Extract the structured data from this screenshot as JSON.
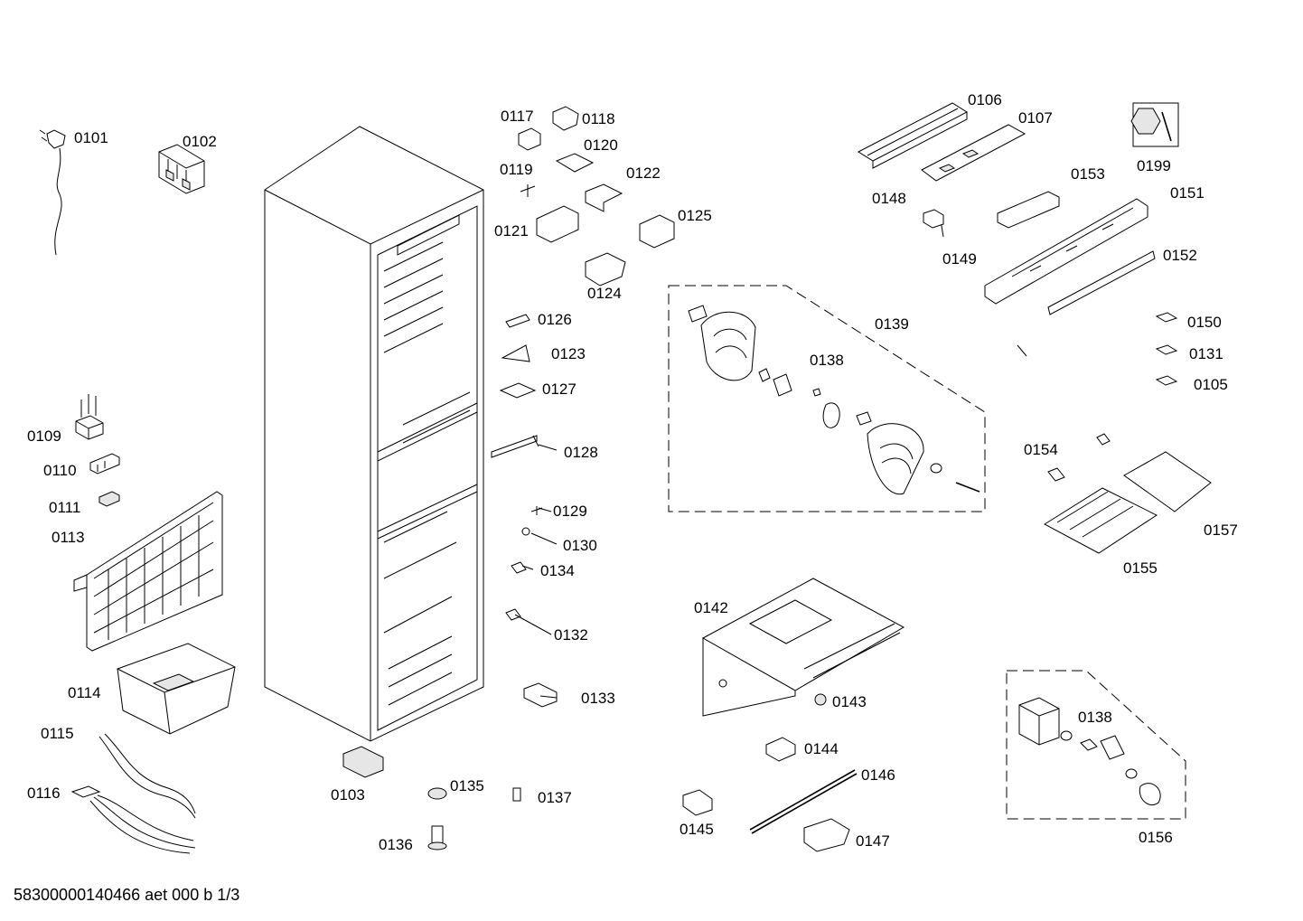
{
  "labels": {
    "p0101": "0101",
    "p0102": "0102",
    "p0103": "0103",
    "p0105": "0105",
    "p0106": "0106",
    "p0107": "0107",
    "p0109": "0109",
    "p0110": "0110",
    "p0111": "0111",
    "p0113": "0113",
    "p0114": "0114",
    "p0115": "0115",
    "p0116": "0116",
    "p0117": "0117",
    "p0118": "0118",
    "p0119": "0119",
    "p0120": "0120",
    "p0121": "0121",
    "p0122": "0122",
    "p0123": "0123",
    "p0124": "0124",
    "p0125": "0125",
    "p0126": "0126",
    "p0127": "0127",
    "p0128": "0128",
    "p0129": "0129",
    "p0130": "0130",
    "p0131": "0131",
    "p0132": "0132",
    "p0133": "0133",
    "p0134": "0134",
    "p0135": "0135",
    "p0136": "0136",
    "p0137": "0137",
    "p0138a": "0138",
    "p0138b": "0138",
    "p0139": "0139",
    "p0142": "0142",
    "p0143": "0143",
    "p0144": "0144",
    "p0145": "0145",
    "p0146": "0146",
    "p0147": "0147",
    "p0148": "0148",
    "p0149": "0149",
    "p0150": "0150",
    "p0151": "0151",
    "p0152": "0152",
    "p0153": "0153",
    "p0154": "0154",
    "p0155": "0155",
    "p0156": "0156",
    "p0157": "0157",
    "p0199": "0199"
  },
  "footer": "58300000140466 aet 000 b 1/3",
  "icons": {
    "service_tool": "wrench-and-nut-icon"
  }
}
